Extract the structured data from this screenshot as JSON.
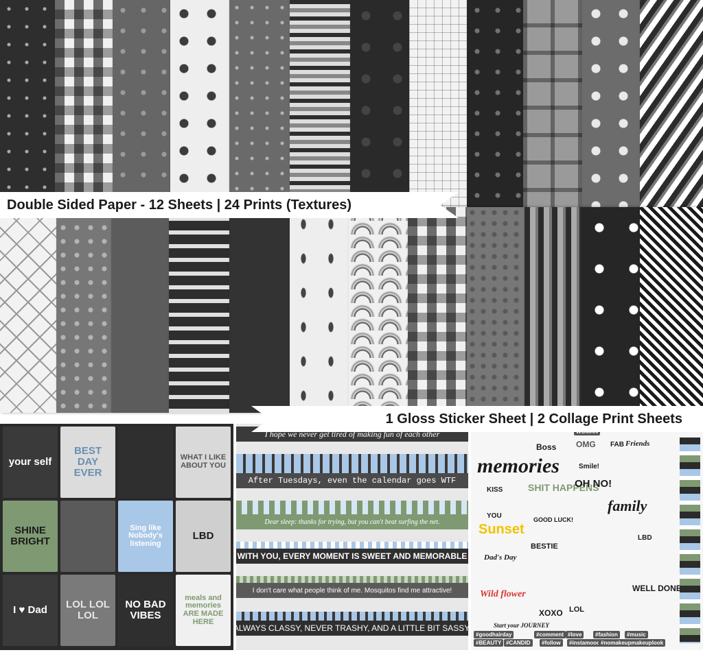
{
  "banners": {
    "top": "Double Sided Paper - 12 Sheets | 24 Prints (Textures)",
    "bottom": "1 Gloss Sticker Sheet  |  2 Collage Print Sheets"
  },
  "colors": {
    "black": "#2b2b2b",
    "dark": "#3a3a3a",
    "mid": "#666666",
    "light": "#9a9a9a",
    "white": "#f4f4f4",
    "blue": "#a9c7e6",
    "green": "#7f9a72"
  },
  "top_papers": [
    {
      "name": "memphis-dark",
      "bg": "#2e2e2e",
      "icon": "zigzag-icon"
    },
    {
      "name": "buffalo-check",
      "bg": "#555555",
      "icon": "check-icon"
    },
    {
      "name": "triangles-gray",
      "bg": "#666666",
      "icon": "triangle-icon"
    },
    {
      "name": "hatched-dots",
      "bg": "#eeeeee",
      "icon": "dot-icon"
    },
    {
      "name": "confetti-gray",
      "bg": "#6a6a6a",
      "icon": "confetti-icon"
    },
    {
      "name": "chevron",
      "bg": "#dddddd",
      "icon": "chevron-icon"
    },
    {
      "name": "roses-black",
      "bg": "#2a2a2a",
      "icon": "rose-icon"
    },
    {
      "name": "grid-white",
      "bg": "#f2f2f2",
      "icon": "grid-icon"
    },
    {
      "name": "triangles-black",
      "bg": "#262626",
      "icon": "triangle-icon"
    },
    {
      "name": "plaid-gray",
      "bg": "#9a9a9a",
      "icon": "plaid-icon"
    },
    {
      "name": "dots-gray",
      "bg": "#6c6c6c",
      "icon": "dot-icon"
    },
    {
      "name": "diagonal-stripes",
      "bg": "#ffffff",
      "icon": "stripe-icon"
    }
  ],
  "bottom_papers": [
    {
      "name": "lattice-white",
      "bg": "#f2f2f2",
      "icon": "lattice-icon"
    },
    {
      "name": "hearts-gray",
      "bg": "#777777",
      "icon": "heart-icon"
    },
    {
      "name": "solid-gray",
      "bg": "#5c5c5c",
      "icon": "none"
    },
    {
      "name": "arrows-black",
      "bg": "#2e2e2e",
      "icon": "arrow-icon"
    },
    {
      "name": "solid-black",
      "bg": "#333333",
      "icon": "none"
    },
    {
      "name": "leaves-white",
      "bg": "#eeeeee",
      "icon": "leaf-icon"
    },
    {
      "name": "scallops",
      "bg": "#f0f0f0",
      "icon": "scallop-icon"
    },
    {
      "name": "buffalo-gray",
      "bg": "#bbbbbb",
      "icon": "check-icon"
    },
    {
      "name": "squiggles",
      "bg": "#777777",
      "icon": "squiggle-icon"
    },
    {
      "name": "stripes-vertical",
      "bg": "#888888",
      "icon": "stripe-icon"
    },
    {
      "name": "flowers-black",
      "bg": "#262626",
      "icon": "flower-icon"
    },
    {
      "name": "houndstooth",
      "bg": "#ffffff",
      "icon": "houndstooth-icon"
    }
  ],
  "stickers": {
    "cards": [
      {
        "text": "your self",
        "bg": "#3a3a3a",
        "color": "#ffffff"
      },
      {
        "text": "BEST DAY EVER",
        "bg": "#dcdcdc",
        "color": "#6b8fb3"
      },
      {
        "text": "",
        "bg": "#2f2f2f",
        "color": "#ffffff"
      },
      {
        "text": "WHAT I LIKE ABOUT YOU",
        "bg": "#d9d9d9",
        "color": "#555555"
      },
      {
        "text": "SHINE BRIGHT",
        "bg": "#7f9a72",
        "color": "#1c1c1c"
      },
      {
        "text": "",
        "bg": "#5a5a5a",
        "color": "#ffffff"
      },
      {
        "text": "Sing like Nobody's listening",
        "bg": "#a9c7e6",
        "color": "#ffffff"
      },
      {
        "text": "LBD",
        "bg": "#cfcfcf",
        "color": "#1c1c1c"
      },
      {
        "text": "I ♥ Dad",
        "bg": "#3a3a3a",
        "color": "#ffffff"
      },
      {
        "text": "LOL LOL LOL",
        "bg": "#7a7a7a",
        "color": "#e6e6e6"
      },
      {
        "text": "NO BAD VIBES",
        "bg": "#2f2f2f",
        "color": "#ffffff"
      },
      {
        "text": "meals and memories ARE MADE HERE",
        "bg": "#f0f0f0",
        "color": "#7f9a72"
      }
    ]
  },
  "quote_sheet": {
    "lines": [
      {
        "text": "I hope we never get tired of making fun of each other",
        "bg": "#3a3a3a",
        "color": "#ffffff"
      },
      {
        "text": "After Tuesdays, even the calendar goes WTF",
        "bg": "#4a4a4a",
        "color": "#ffffff"
      },
      {
        "text": "Dear sleep: thanks for trying, but you can't beat surfing the net.",
        "bg": "#7f9a72",
        "color": "#ffffff"
      },
      {
        "text": "WITH YOU, EVERY MOMENT IS SWEET AND MEMORABLE",
        "bg": "#2f2f2f",
        "color": "#ffffff"
      },
      {
        "text": "I don't care what people think of me. Mosquitos find me attractive!",
        "bg": "#5a5a5a",
        "color": "#ffffff"
      },
      {
        "text": "ALWAYS CLASSY, NEVER TRASHY, AND A LITTLE BIT SASSY.",
        "bg": "#2f2f2f",
        "color": "#ffffff"
      }
    ]
  },
  "collage_sheet": {
    "words": [
      {
        "text": "memories"
      },
      {
        "text": "Boss"
      },
      {
        "text": "OMG"
      },
      {
        "text": "Smile!"
      },
      {
        "text": "KISS"
      },
      {
        "text": "SHIT HAPPENS"
      },
      {
        "text": "OH NO!"
      },
      {
        "text": "family"
      },
      {
        "text": "YOU"
      },
      {
        "text": "Sunset"
      },
      {
        "text": "GOOD LUCK!"
      },
      {
        "text": "BESTIE"
      },
      {
        "text": "Dad's Day"
      },
      {
        "text": "WELL DONE!"
      },
      {
        "text": "Wild flower"
      },
      {
        "text": "XOXO"
      },
      {
        "text": "LOL"
      },
      {
        "text": "#BEAUTY"
      },
      {
        "text": "#CANDID"
      },
      {
        "text": "#follow"
      },
      {
        "text": "#instamood"
      },
      {
        "text": "#nomakeupmakeuplook"
      },
      {
        "text": "#goodhairday"
      },
      {
        "text": "#comment"
      },
      {
        "text": "#love"
      },
      {
        "text": "#fashion"
      },
      {
        "text": "#music"
      },
      {
        "text": "Friends"
      },
      {
        "text": "FAB"
      },
      {
        "text": "WOMAN"
      },
      {
        "text": "LBD"
      },
      {
        "text": "Start your JOURNEY"
      }
    ]
  }
}
